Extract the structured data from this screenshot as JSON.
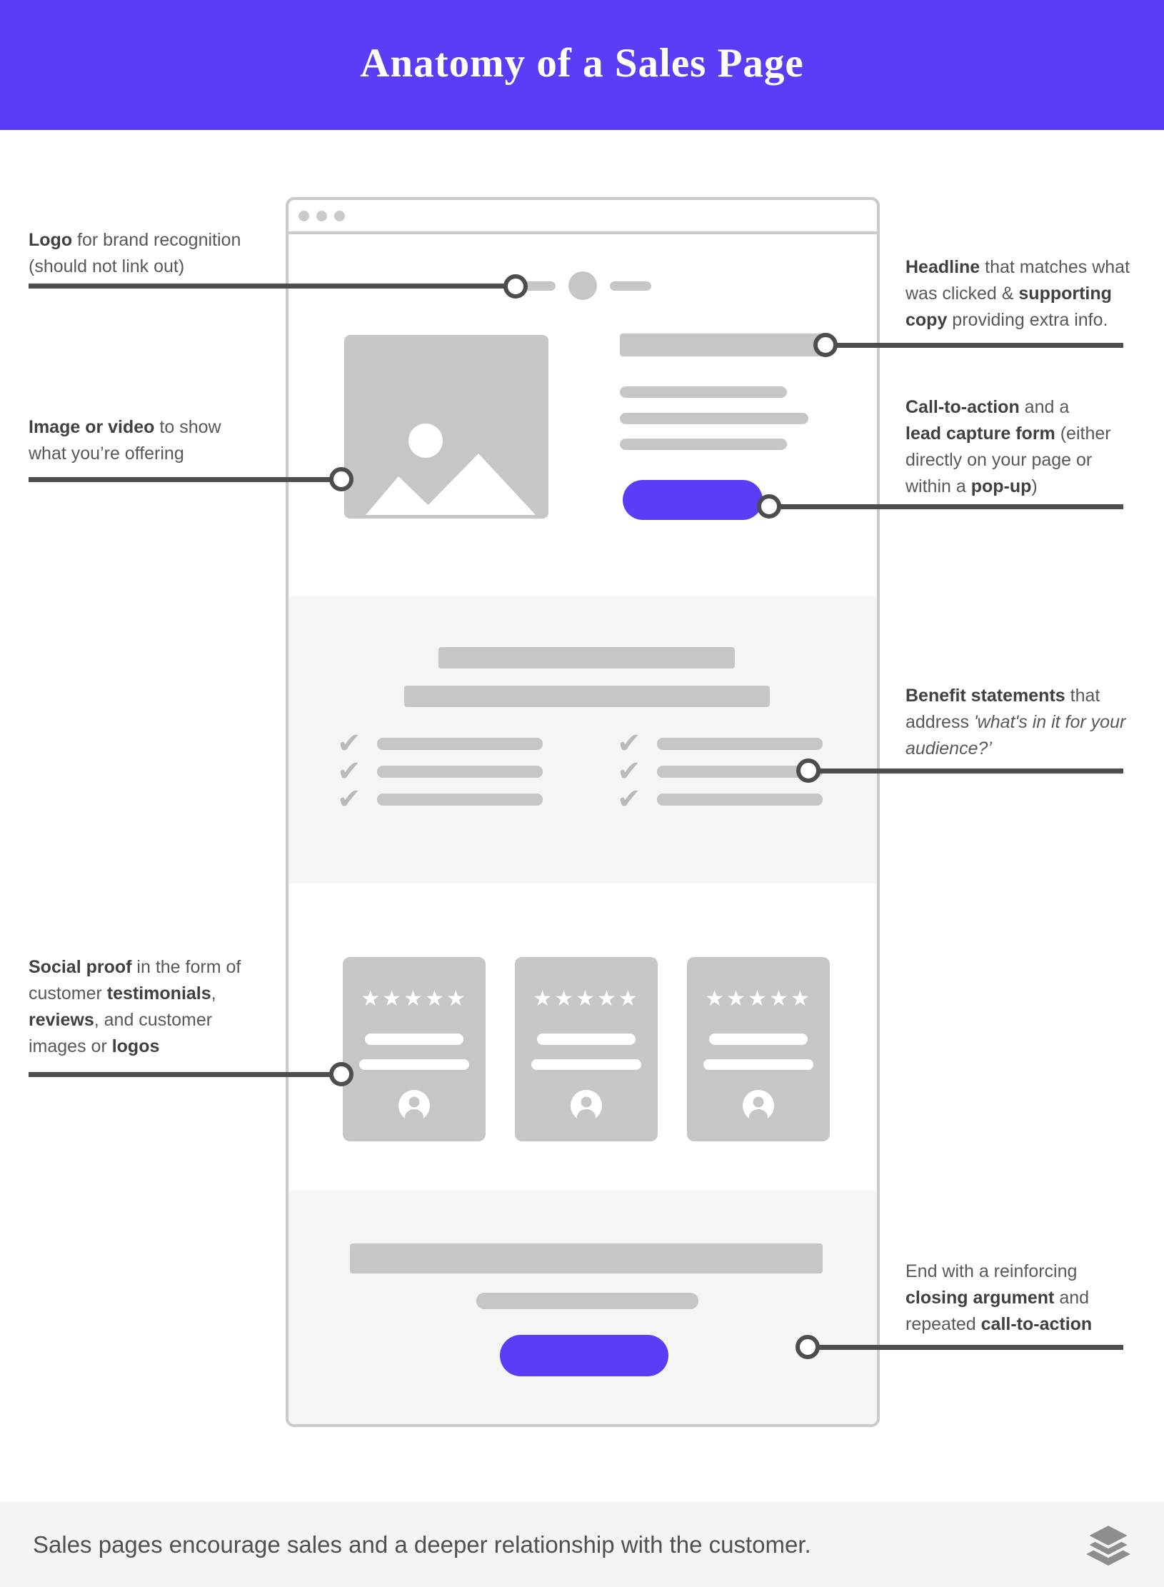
{
  "header": {
    "title": "Anatomy of a Sales Page"
  },
  "colors": {
    "purple": "#5A3DF6",
    "wireframe_gray": "#C5C6C7",
    "section_band": "#F5F5F6",
    "window_border": "#C9CACB",
    "connector": "#4D4D4F",
    "text": "#58585A",
    "text_bold": "#3F4042",
    "check_gray": "#B9BABA",
    "footer_bg": "#F4F4F5",
    "footer_text": "#4F5052",
    "logo_gray": "#8E8E8E"
  },
  "icons": {
    "star": "★",
    "check": "✔"
  },
  "annotations": {
    "left": [
      {
        "id": "logo",
        "segments": [
          {
            "text": "Logo",
            "bold": true
          },
          {
            "text": " for brand recognition"
          },
          {
            "break": true
          },
          {
            "text": "(should not link out)"
          }
        ]
      },
      {
        "id": "image_video",
        "segments": [
          {
            "text": "Image or video",
            "bold": true
          },
          {
            "text": " to show"
          },
          {
            "break": true
          },
          {
            "text": "what you’re offering"
          }
        ]
      },
      {
        "id": "social_proof",
        "segments": [
          {
            "text": "Social proof",
            "bold": true
          },
          {
            "text": " in the form of"
          },
          {
            "break": true
          },
          {
            "text": "customer "
          },
          {
            "text": "testimonials",
            "bold": true
          },
          {
            "text": ","
          },
          {
            "break": true
          },
          {
            "text": "reviews",
            "bold": true
          },
          {
            "text": ", and customer"
          },
          {
            "break": true
          },
          {
            "text": "images or "
          },
          {
            "text": "logos",
            "bold": true
          }
        ]
      }
    ],
    "right": [
      {
        "id": "headline",
        "segments": [
          {
            "text": "Headline",
            "bold": true
          },
          {
            "text": " that matches what"
          },
          {
            "break": true
          },
          {
            "text": "was clicked & "
          },
          {
            "text": "supporting",
            "bold": true
          },
          {
            "break": true
          },
          {
            "text": "copy",
            "bold": true
          },
          {
            "text": " providing extra info."
          }
        ]
      },
      {
        "id": "call_to_action",
        "segments": [
          {
            "text": "Call-to-action",
            "bold": true
          },
          {
            "text": " and a"
          },
          {
            "break": true
          },
          {
            "text": "lead capture form",
            "bold": true
          },
          {
            "text": " (either"
          },
          {
            "break": true
          },
          {
            "text": "directly on your page or"
          },
          {
            "break": true
          },
          {
            "text": "within a "
          },
          {
            "text": "pop-up",
            "bold": true
          },
          {
            "text": ")"
          }
        ]
      },
      {
        "id": "benefit_statements",
        "segments": [
          {
            "text": "Benefit statements",
            "bold": true
          },
          {
            "text": " that"
          },
          {
            "break": true
          },
          {
            "text": "address "
          },
          {
            "text": "'what's in it for your",
            "italic": true
          },
          {
            "break": true
          },
          {
            "text": "audience?’",
            "italic": true
          }
        ]
      },
      {
        "id": "closing",
        "segments": [
          {
            "text": "End with a reinforcing"
          },
          {
            "break": true
          },
          {
            "text": "closing argument",
            "bold": true
          },
          {
            "text": " and"
          },
          {
            "break": true
          },
          {
            "text": "repeated "
          },
          {
            "text": "call-to-action",
            "bold": true
          }
        ]
      }
    ]
  },
  "wireframe": {
    "testimonial_cards": 3,
    "stars_per_card": 5,
    "benefit_columns": 2,
    "benefit_rows_per_column": 3
  },
  "footer": {
    "text": "Sales pages encourage sales and a deeper relationship with the customer."
  }
}
